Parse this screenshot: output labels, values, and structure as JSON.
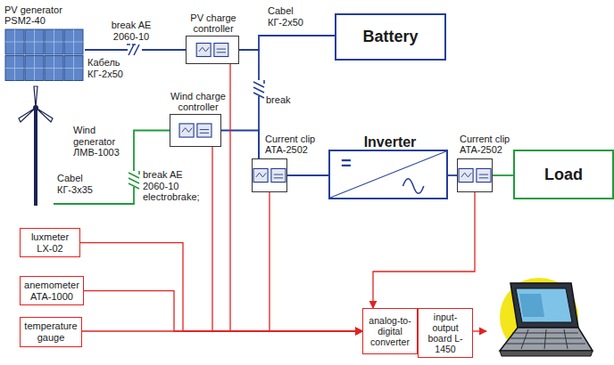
{
  "diagram": {
    "nodes": [
      {
        "text": [
          "PV generator PSM2-40"
        ]
      },
      {
        "text": [
          "PV charge controller"
        ]
      },
      {
        "text": [
          "Battery"
        ]
      },
      {
        "text": [
          "Wind generator ЛМВ-1003"
        ]
      },
      {
        "text": [
          "Wind charge controller"
        ]
      },
      {
        "text": [
          "Current clip ATA-2502"
        ]
      },
      {
        "text": [
          "Inverter",
          "="
        ]
      },
      {
        "text": [
          "Current clip ATA-2502"
        ]
      },
      {
        "text": [
          "Load"
        ]
      },
      {
        "text": [
          "luxmeter LX-02"
        ]
      },
      {
        "text": [
          "anemometer ATA-1000"
        ]
      },
      {
        "text": [
          "temperature gauge"
        ]
      },
      {
        "text": [
          "analog-to-digital converter"
        ]
      },
      {
        "text": [
          "input-output board L-1450"
        ]
      }
    ],
    "edges": [
      {
        "from": 0,
        "to": 1,
        "arrow": "none"
      },
      {
        "from": 1,
        "to": 2,
        "arrow": "none"
      },
      {
        "from": 1,
        "to": 5,
        "arrow": "none"
      },
      {
        "from": 3,
        "to": 4,
        "arrow": "none"
      },
      {
        "from": 4,
        "to": 5,
        "arrow": "none"
      },
      {
        "from": 5,
        "to": 6,
        "arrow": "none"
      },
      {
        "from": 6,
        "to": 7,
        "arrow": "none"
      },
      {
        "from": 7,
        "to": 8,
        "arrow": "none"
      },
      {
        "from": 9,
        "to": 12,
        "arrow": "to"
      },
      {
        "from": 10,
        "to": 12,
        "arrow": "to"
      },
      {
        "from": 11,
        "to": 12,
        "arrow": "to"
      },
      {
        "from": 1,
        "to": 12,
        "arrow": "to"
      },
      {
        "from": 4,
        "to": 12,
        "arrow": "to"
      },
      {
        "from": 5,
        "to": 12,
        "arrow": "to"
      },
      {
        "from": 7,
        "to": 12,
        "arrow": "to"
      }
    ],
    "labels": [
      "break AE 2060-10",
      "Кабель КГ-2х50",
      "Cabel КГ-2х50",
      "break",
      "Cabel КГ-3х35",
      "break AE 2060-10 electrobrake;"
    ]
  }
}
